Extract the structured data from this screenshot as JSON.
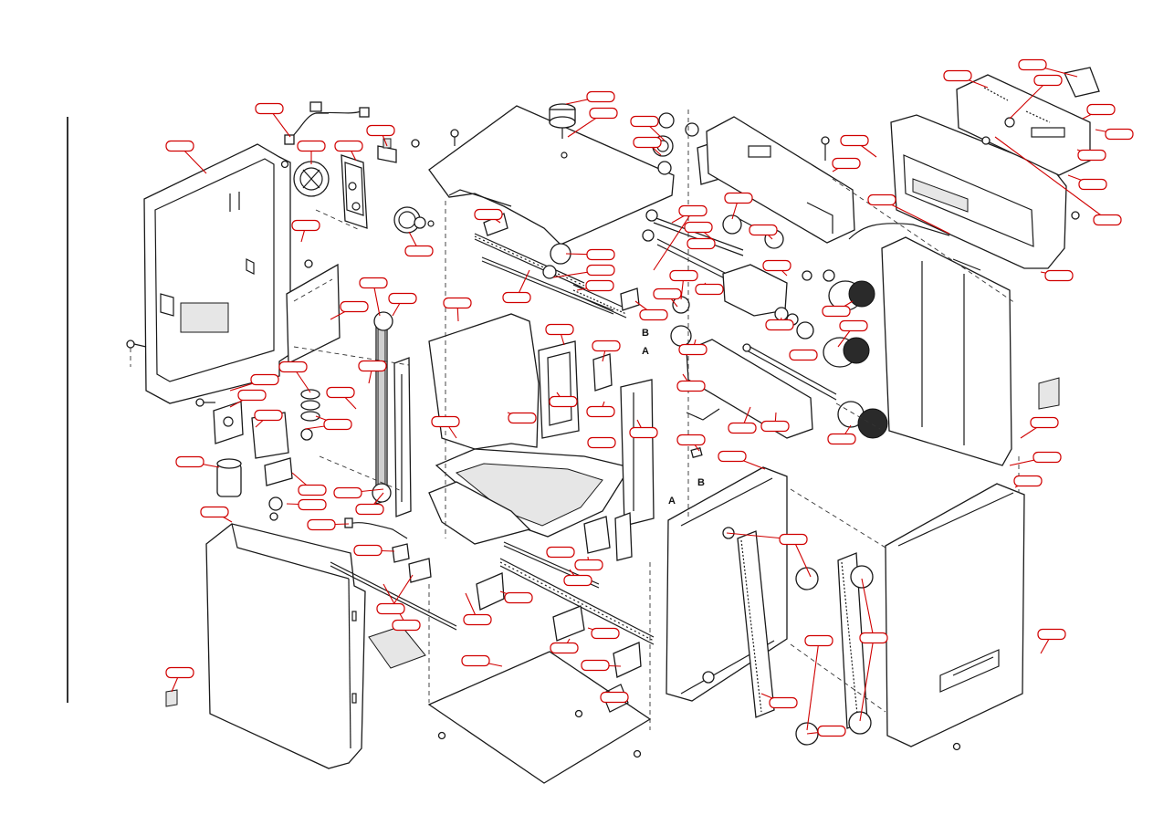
{
  "diagram": {
    "type": "exploded-parts-view",
    "callout_box_color": "#d00000",
    "callout_count": 96,
    "connection_markers": [
      "A",
      "B",
      "A",
      "B"
    ]
  }
}
